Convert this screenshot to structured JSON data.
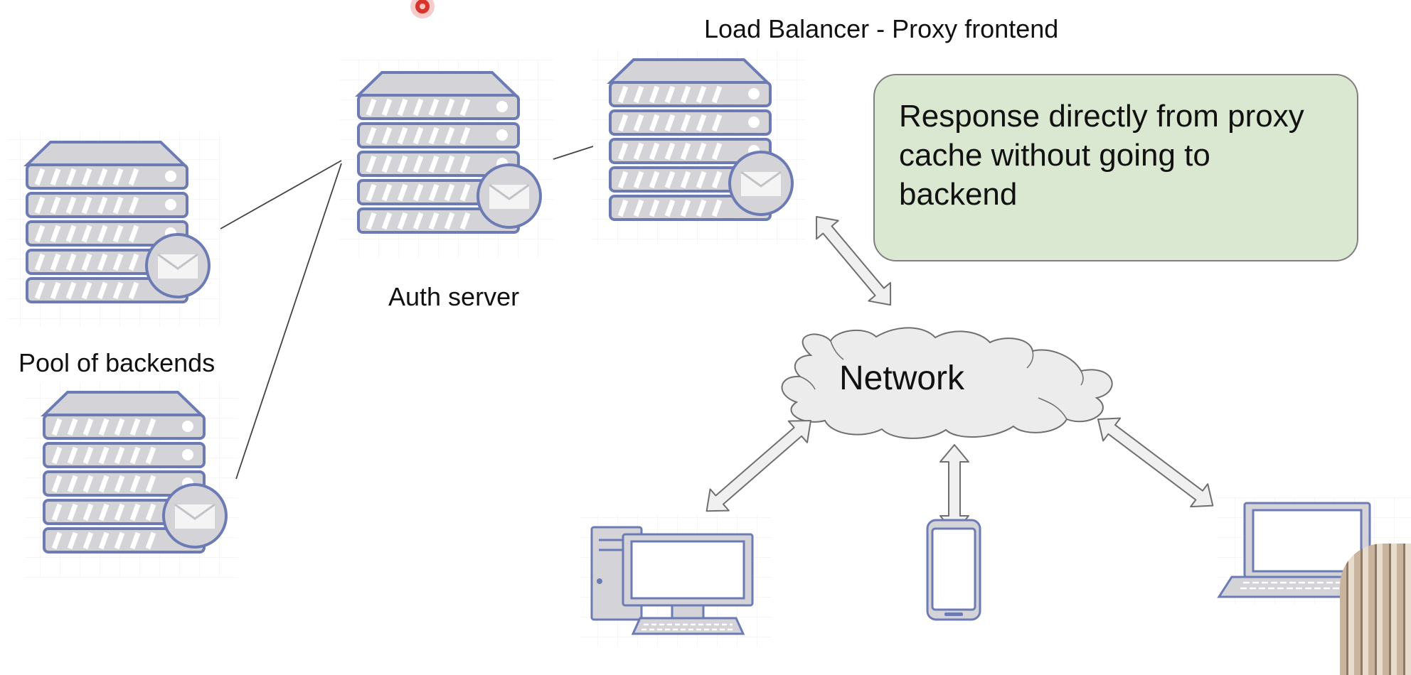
{
  "labels": {
    "load_balancer": "Load Balancer - Proxy frontend",
    "auth_server": "Auth server",
    "pool": "Pool of backends",
    "network": "Network",
    "callout": "Response directly from proxy\ncache without going to\nbackend"
  },
  "colors": {
    "server_fill": "#d9d9de",
    "server_stroke": "#6c7bb3",
    "network_fill": "#ececec",
    "arrow_fill": "#f0f0f0",
    "callout_fill": "#dae8d2",
    "pointer": "#d9342b"
  },
  "icons": [
    "server-icon",
    "mail-badge-icon",
    "cloud-icon",
    "desktop-icon",
    "phone-icon",
    "laptop-icon",
    "pointer-dot-icon"
  ]
}
